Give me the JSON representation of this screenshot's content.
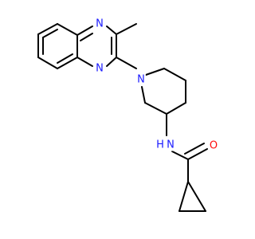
{
  "molecule": {
    "colors": {
      "bond": "#000000",
      "N": "#1a1aff",
      "O": "#ff0d0d",
      "H": "#1a1aff"
    },
    "atom_labels": {
      "n_quinox_top": "N",
      "n_quinox_bottom": "N",
      "n_piperidine": "N",
      "n_amide": "N",
      "h_amide": "H",
      "o_carbonyl": "O"
    }
  }
}
